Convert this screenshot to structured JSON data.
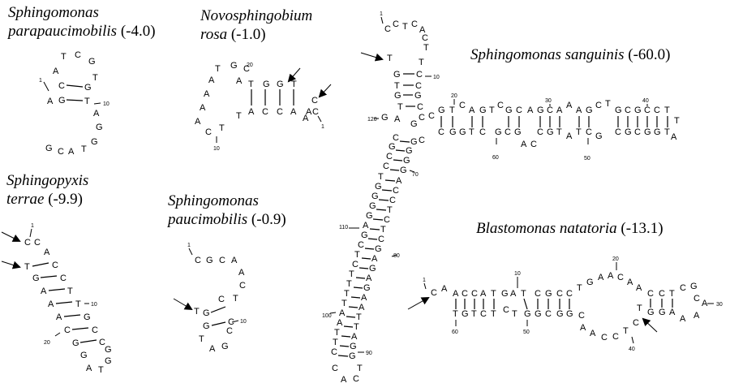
{
  "structures": [
    {
      "id": "sphingomonas-parapaucimobilis",
      "title_lines": [
        "Sphingomonas",
        "parapaucimobilis"
      ],
      "energy": "(-4.0)",
      "nucleotides": [
        "T",
        "C",
        "G",
        "A",
        "T",
        "C",
        "G",
        "A",
        "G",
        "T",
        "A",
        "G",
        "G",
        "T",
        "A",
        "C",
        "G"
      ],
      "position_labels": [
        "1",
        "10"
      ]
    },
    {
      "id": "novosphingobium-rosa",
      "title_lines": [
        "Novosphingobium",
        "rosa"
      ],
      "energy": "(-1.0)",
      "nucleotides": [
        "A",
        "T",
        "G",
        "C",
        "A",
        "A",
        "A",
        "A",
        "A",
        "C",
        "T",
        "T",
        "A",
        "T",
        "G",
        "G",
        "T",
        "A",
        "C",
        "C",
        "A",
        "A",
        "C",
        "C"
      ],
      "position_labels": [
        "20",
        "10",
        "1"
      ]
    },
    {
      "id": "sphingomonas-sanguinis",
      "title_lines": [
        "Sphingomonas sanguinis"
      ],
      "energy": "(-60.0)",
      "position_labels": [
        "1",
        "10",
        "20",
        "30",
        "40",
        "50",
        "60",
        "70",
        "80",
        "90",
        "100",
        "110",
        "120"
      ]
    },
    {
      "id": "sphingopyxis-terrae",
      "title_lines": [
        "Sphingopyxis",
        "terrae"
      ],
      "energy": "(-9.9)",
      "position_labels": [
        "1",
        "10",
        "20"
      ]
    },
    {
      "id": "sphingomonas-paucimobilis",
      "title_lines": [
        "Sphingomonas",
        "paucimobilis"
      ],
      "energy": "(-0.9)",
      "position_labels": [
        "1",
        "10"
      ]
    },
    {
      "id": "blastomonas-natatoria",
      "title_lines": [
        "Blastomonas natatoria"
      ],
      "energy": "(-13.1)",
      "position_labels": [
        "1",
        "10",
        "20",
        "30",
        "40",
        "50",
        "60"
      ]
    }
  ]
}
